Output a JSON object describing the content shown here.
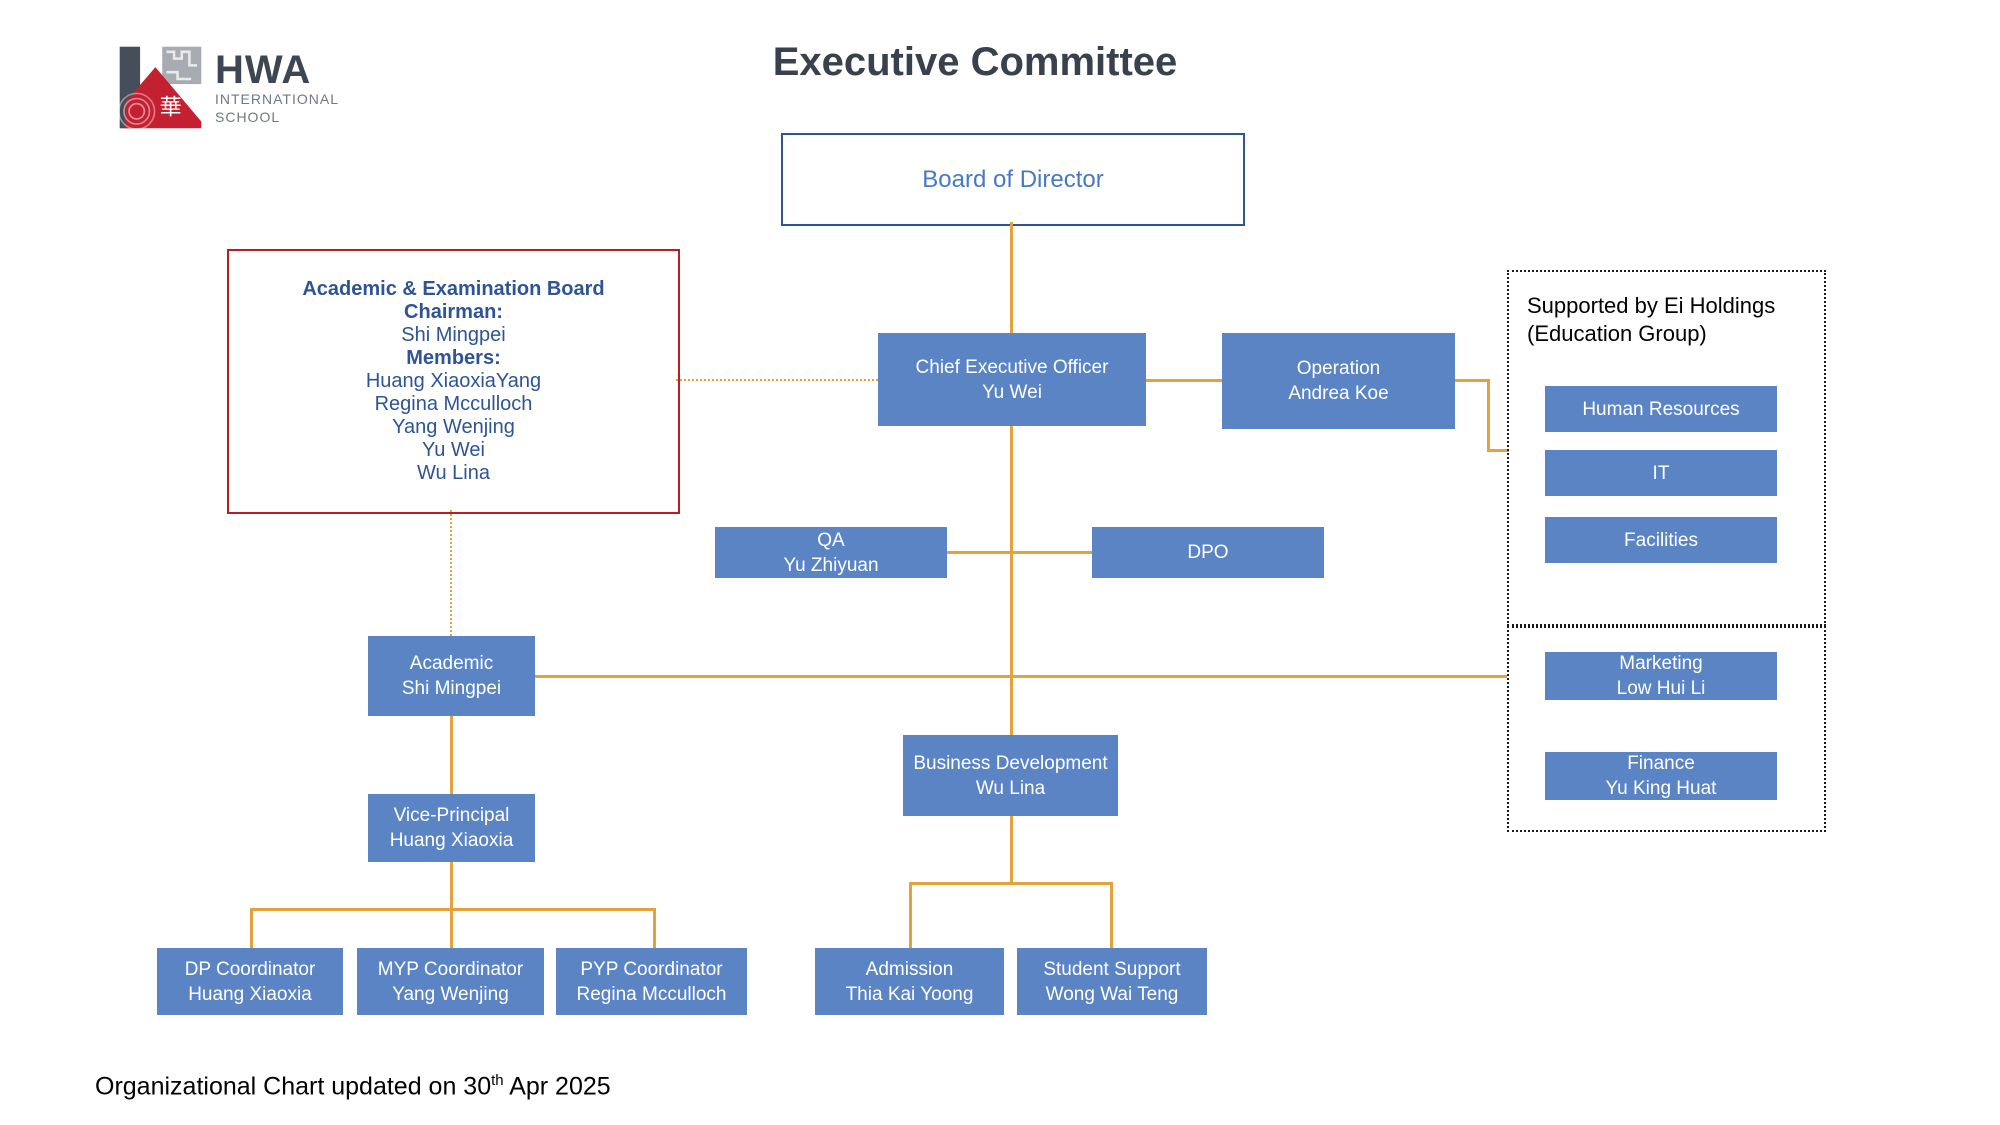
{
  "header": {
    "title": "Executive Committee",
    "logo": {
      "name": "HWA",
      "sub1": "INTERNATIONAL",
      "sub2": "SCHOOL"
    }
  },
  "board": {
    "title": "Board of Director"
  },
  "exam_board": {
    "title": "Academic & Examination Board",
    "chairman_label": "Chairman:",
    "chairman": "Shi Mingpei",
    "members_label": "Members:",
    "members": [
      "Huang XiaoxiaYang",
      "Regina Mcculloch",
      "Yang Wenjing",
      "Yu Wei",
      "Wu Lina"
    ]
  },
  "nodes": {
    "ceo": {
      "role": "Chief Executive Officer",
      "person": "Yu Wei"
    },
    "operation": {
      "role": "Operation",
      "person": "Andrea Koe"
    },
    "qa": {
      "role": "QA",
      "person": "Yu Zhiyuan"
    },
    "dpo": {
      "role": "DPO"
    },
    "academic": {
      "role": "Academic",
      "person": "Shi Mingpei"
    },
    "business_dev": {
      "role": "Business Development",
      "person": "Wu Lina"
    },
    "vice_principal": {
      "role": "Vice-Principal",
      "person": "Huang Xiaoxia"
    },
    "dp_coordinator": {
      "role": "DP Coordinator",
      "person": "Huang Xiaoxia"
    },
    "myp_coordinator": {
      "role": "MYP Coordinator",
      "person": "Yang Wenjing"
    },
    "pyp_coordinator": {
      "role": "PYP Coordinator",
      "person": "Regina Mcculloch"
    },
    "admission": {
      "role": "Admission",
      "person": "Thia Kai Yoong"
    },
    "student_support": {
      "role": "Student Support",
      "person": "Wong Wai Teng"
    },
    "hr": {
      "role": "Human Resources"
    },
    "it": {
      "role": "IT"
    },
    "facilities": {
      "role": "Facilities"
    },
    "marketing": {
      "role": "Marketing",
      "person": "Low Hui Li"
    },
    "finance": {
      "role": "Finance",
      "person": "Yu King Huat"
    }
  },
  "support_group": {
    "label_line1": "Supported by Ei Holdings",
    "label_line2": "(Education Group)"
  },
  "footer": {
    "text_prefix": "Organizational Chart updated on 30",
    "superscript": "th",
    "text_suffix": " Apr 2025"
  },
  "colors": {
    "node_fill": "#5B84C4",
    "node_text": "#FFFFFF",
    "connector": "#E3A23C",
    "exam_border": "#B42025",
    "exam_text": "#2E5496",
    "board_border": "#2E5496",
    "board_text": "#4779C4",
    "title_text": "#39414E",
    "panel_border": "#1A1A1A",
    "logo_red": "#C32032",
    "logo_slate": "#454E59",
    "logo_gray": "#A7ACB2"
  }
}
